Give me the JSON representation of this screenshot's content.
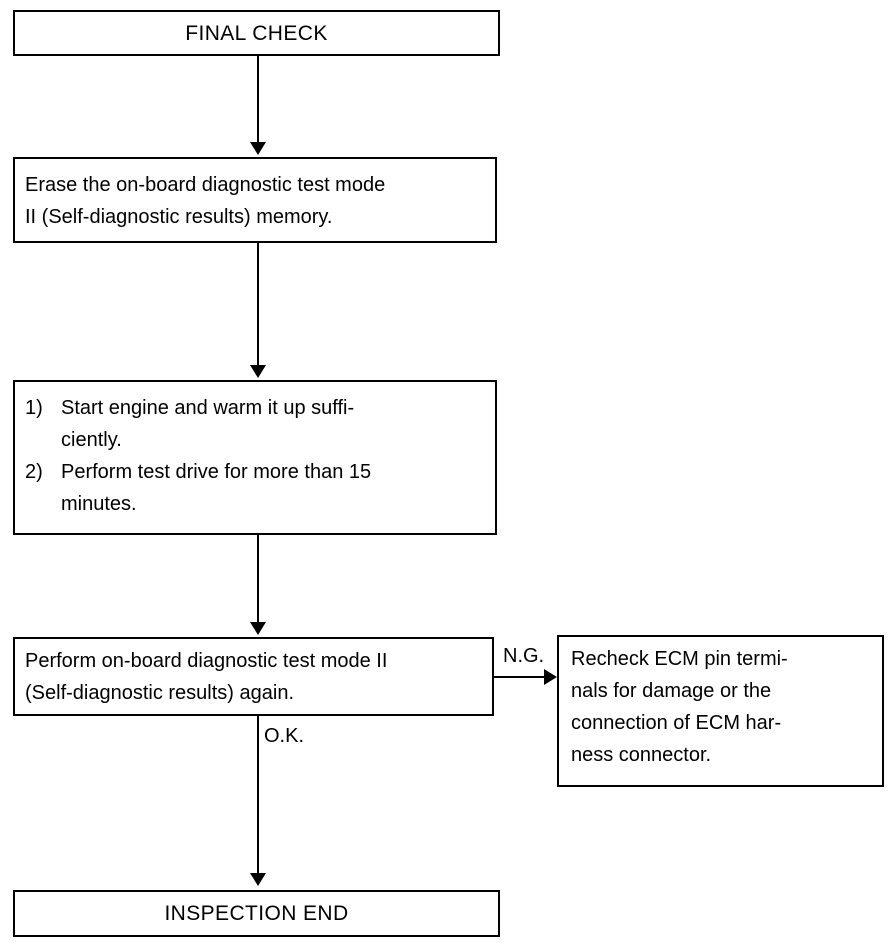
{
  "diagram": {
    "title": "FINAL CHECK",
    "type": "flowchart",
    "nodes": {
      "start": {
        "id": "final-check",
        "label": "FINAL CHECK"
      },
      "erase": {
        "id": "erase-memory",
        "lines": [
          "Erase the on-board diagnostic test mode",
          "II (Self-diagnostic results) memory."
        ]
      },
      "steps": {
        "id": "engine-steps",
        "items": [
          {
            "marker": "1)",
            "lines": [
              "Start engine and warm it up suffi-",
              "ciently."
            ]
          },
          {
            "marker": "2)",
            "lines": [
              "Perform test drive for more than 15",
              "minutes."
            ]
          }
        ]
      },
      "perform": {
        "id": "perform-diagnostic",
        "lines": [
          "Perform on-board diagnostic test mode II",
          "(Self-diagnostic results) again."
        ]
      },
      "recheck": {
        "id": "recheck-ecm",
        "lines": [
          "Recheck ECM pin termi-",
          "nals for damage or the",
          "connection of ECM har-",
          "ness connector."
        ]
      },
      "end": {
        "id": "inspection-end",
        "label": "INSPECTION END"
      }
    },
    "edges": {
      "ng_label": "N.G.",
      "ok_label": "O.K."
    },
    "colors": {
      "stroke": "#000000",
      "fill": "#ffffff",
      "text": "#000000"
    }
  }
}
